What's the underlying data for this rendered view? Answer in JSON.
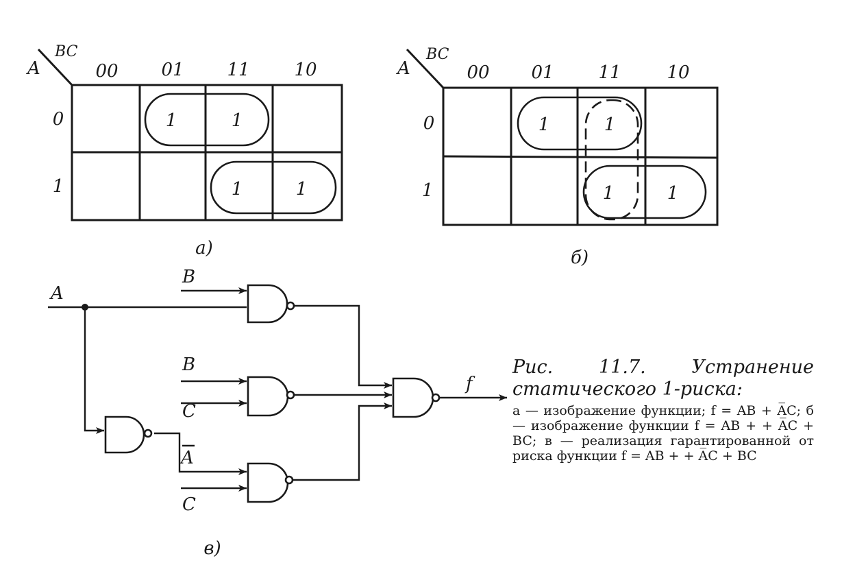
{
  "kmap_a": {
    "row_var": "A",
    "col_vars": "BC",
    "col_labels": [
      "00",
      "01",
      "11",
      "10"
    ],
    "row_labels": [
      "0",
      "1"
    ],
    "cells": [
      [
        "",
        "1",
        "1",
        ""
      ],
      [
        "",
        "",
        "1",
        "1"
      ]
    ],
    "sublabel": "а)",
    "groups": [
      {
        "row": 0,
        "cols": [
          1,
          2
        ],
        "style": "solid"
      },
      {
        "row": 1,
        "cols": [
          2,
          3
        ],
        "style": "solid"
      }
    ]
  },
  "kmap_b": {
    "row_var": "A",
    "col_vars": "BC",
    "col_labels": [
      "00",
      "01",
      "11",
      "10"
    ],
    "row_labels": [
      "0",
      "1"
    ],
    "cells": [
      [
        "",
        "1",
        "1",
        ""
      ],
      [
        "",
        "",
        "1",
        "1"
      ]
    ],
    "sublabel": "б)",
    "groups": [
      {
        "row": 0,
        "cols": [
          1,
          2
        ],
        "style": "solid"
      },
      {
        "row": 1,
        "cols": [
          2,
          3
        ],
        "style": "solid"
      },
      {
        "rows": [
          0,
          1
        ],
        "col": 2,
        "style": "dashed"
      }
    ]
  },
  "circuit": {
    "inputs": {
      "a": "A",
      "b1": "B",
      "b2": "B",
      "c1": "C",
      "c2": "C",
      "a_bar": "A"
    },
    "output": "f",
    "sublabel": "в)"
  },
  "caption": {
    "title": "Рис. 11.7. Устранение статического 1-риска:",
    "body": "а — изображение функции; f = AB + A̅C; б — изображение функции f = AB + + A̅C + BC; в — реализация гарантированной от риска функции f = AB + + A̅C + BC"
  }
}
